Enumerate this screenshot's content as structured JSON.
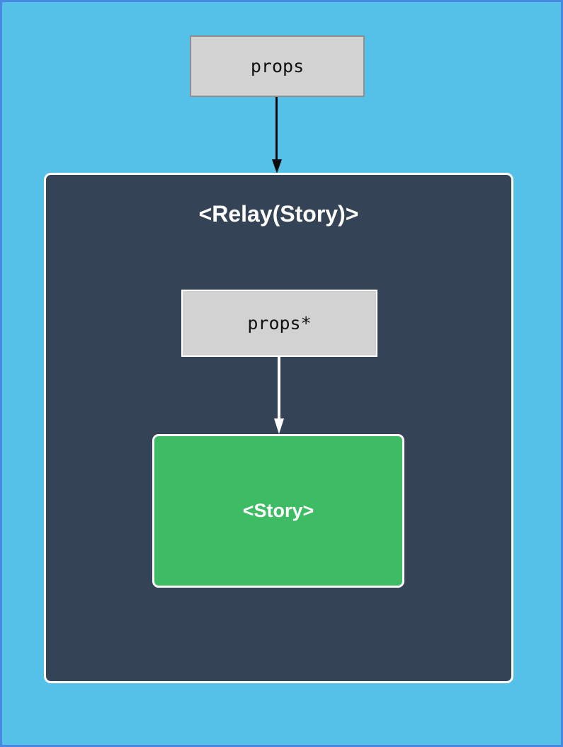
{
  "colors": {
    "page-bg": "#55c0e8",
    "page-border": "#4789e0",
    "relay-bg": "#344456",
    "relay-border": "#ffffff",
    "props-fill": "#d2d2d2",
    "props-border": "#8f8f8f",
    "story-fill": "#3dbc63",
    "story-border": "#ffffff",
    "arrow-dark": "#0a0a0a",
    "arrow-light": "#ffffff",
    "label-dark": "#111111",
    "label-light": "#ffffff"
  },
  "diagram": {
    "outer_props_box": {
      "label": "props"
    },
    "relay_container": {
      "title": "<Relay(Story)>",
      "inner_props_box": {
        "label": "props*"
      },
      "story_box": {
        "label": "<Story>"
      }
    }
  }
}
